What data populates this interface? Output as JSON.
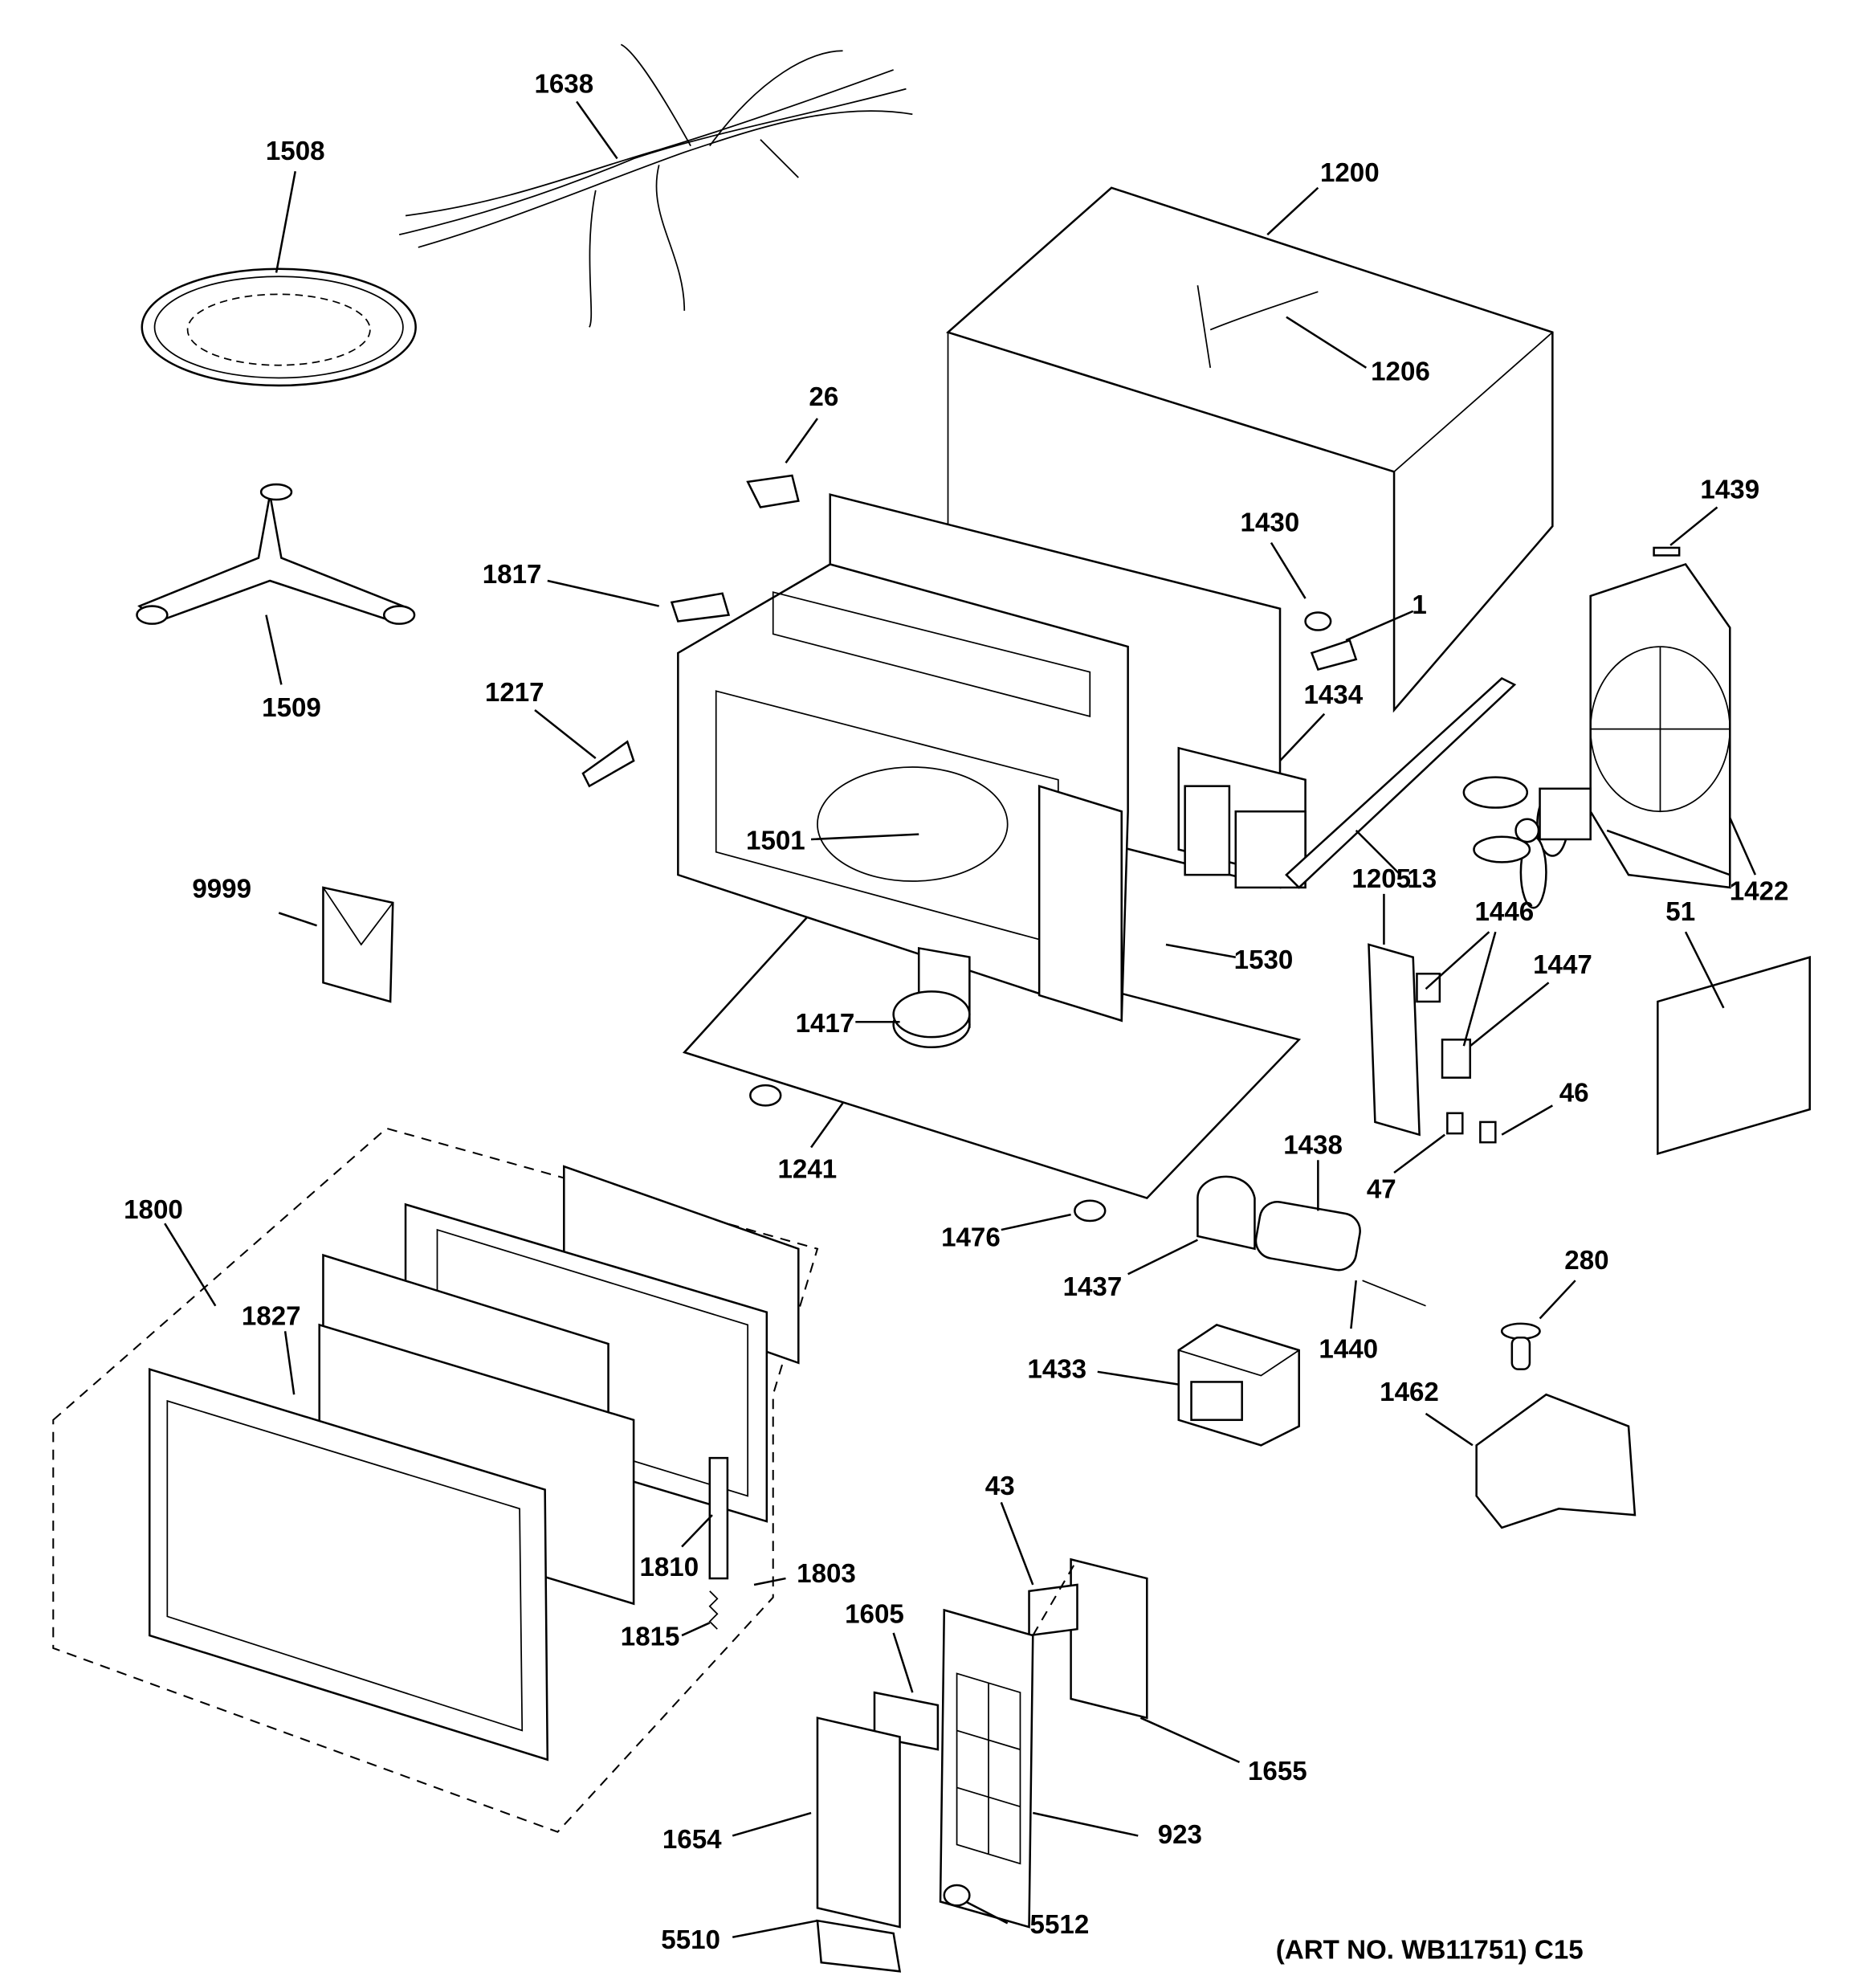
{
  "diagram": {
    "type": "exploded parts diagram",
    "line_color": "#000000",
    "background": "#ffffff",
    "labels": [
      "1638",
      "1508",
      "1200",
      "1206",
      "26",
      "1439",
      "1430",
      "1817",
      "1",
      "1217",
      "1509",
      "1434",
      "1501",
      "1422",
      "13",
      "1205",
      "1446",
      "9999",
      "51",
      "1530",
      "1447",
      "1417",
      "46",
      "1241",
      "1438",
      "47",
      "1800",
      "1476",
      "280",
      "1437",
      "1827",
      "1440",
      "1433",
      "1462",
      "43",
      "1810",
      "1803",
      "1605",
      "1815",
      "1655",
      "923",
      "1654",
      "5512",
      "5510"
    ],
    "footer": "(ART NO. WB11751) C15"
  }
}
